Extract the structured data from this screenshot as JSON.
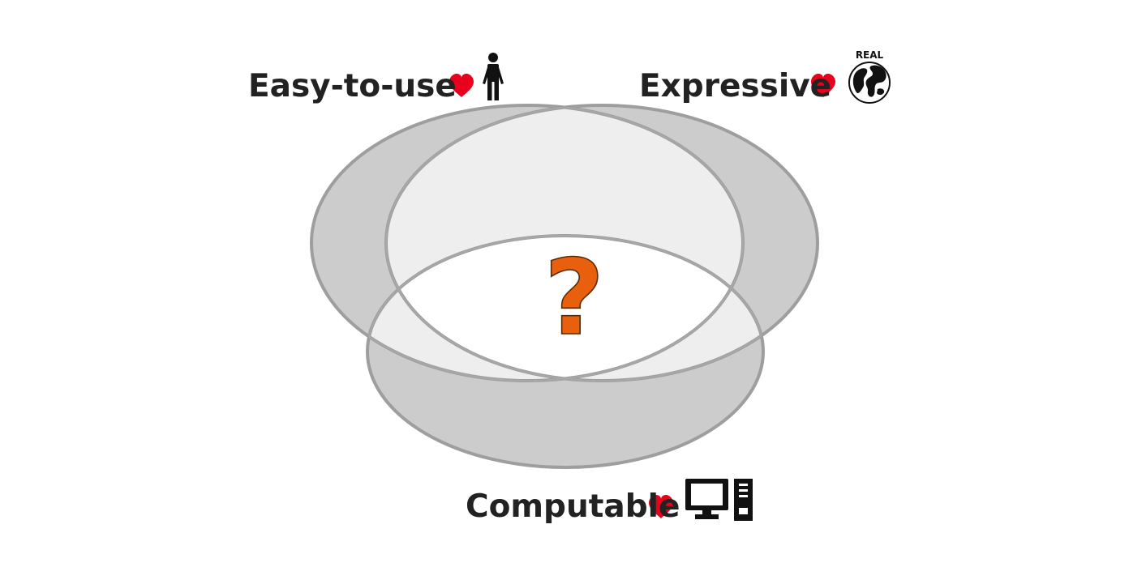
{
  "diagram": {
    "center_symbol": "?",
    "sets": [
      {
        "label": "Easy-to-use",
        "icon": "person-icon"
      },
      {
        "label": "Expressive",
        "icon": "globe-icon",
        "icon_text": "REAL"
      },
      {
        "label": "Computable",
        "icon": "computer-icon"
      }
    ],
    "heart_icon": "heart-icon"
  },
  "colors": {
    "set_fill": "#cccccc",
    "pair_overlap_fill": "#eeeeee",
    "center_fill": "#ffffff",
    "outline": "#9e9e9e",
    "heart": "#e8001c",
    "question_mark": "#e8600e",
    "text": "#222222"
  }
}
